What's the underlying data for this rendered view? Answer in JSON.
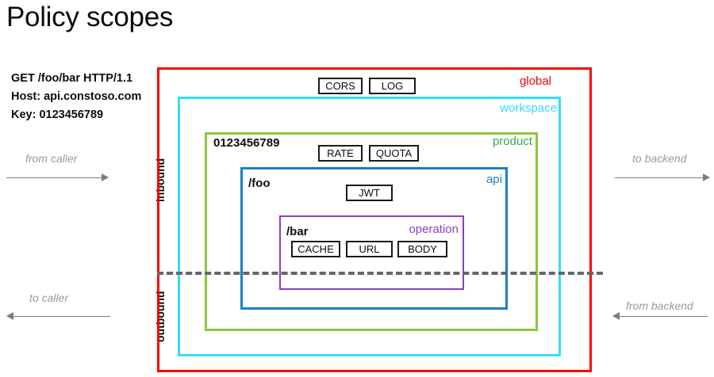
{
  "title": "Policy scopes",
  "request": {
    "line1": "GET /foo/bar HTTP/1.1",
    "line2": "Host: api.constoso.com",
    "line3": "Key: 0123456789"
  },
  "flows": {
    "from_caller": "from caller",
    "to_caller": "to caller",
    "to_backend": "to backend",
    "from_backend": "from backend"
  },
  "direction_labels": {
    "inbound": "inbound",
    "outbound": "outbound"
  },
  "scopes": [
    {
      "name": "global",
      "label": "global",
      "color": "#ff0000",
      "path_label": "",
      "policies": [
        "CORS",
        "LOG"
      ]
    },
    {
      "name": "workspace",
      "label": "workspace",
      "color": "#33ddff",
      "path_label": "",
      "policies": []
    },
    {
      "name": "product",
      "label": "product",
      "color": "#8cc63f",
      "path_label": "0123456789",
      "policies": [
        "RATE",
        "QUOTA"
      ]
    },
    {
      "name": "api",
      "label": "api",
      "color": "#1f7ec4",
      "path_label": "/foo",
      "policies": [
        "JWT"
      ]
    },
    {
      "name": "operation",
      "label": "operation",
      "color": "#8b3fc4",
      "path_label": "/bar",
      "policies": [
        "CACHE",
        "URL",
        "BODY"
      ]
    }
  ],
  "divider": {
    "style": "dashed",
    "color": "#63666a"
  }
}
